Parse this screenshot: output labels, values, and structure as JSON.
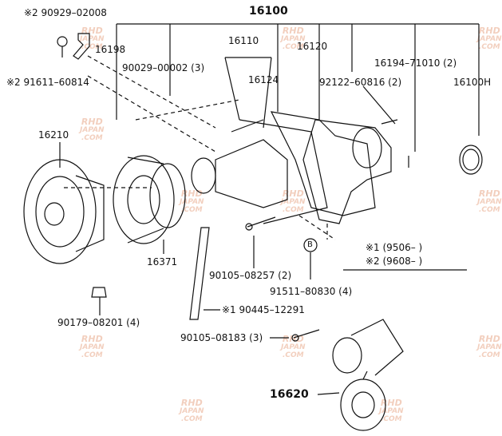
{
  "parts": {
    "p1": "※2 90929–02008",
    "p2": "16100",
    "p3": "16198",
    "p4": "16110",
    "p5": "16120",
    "p6": "90029–00002 (3)",
    "p7": "16194–71010 (2)",
    "p8": "※2 91611–60814",
    "p9": "16124",
    "p10": "92122–60816 (2)",
    "p11": "16100H",
    "p12": "16210",
    "p13": "16371",
    "p14": "90105–08257 (2)",
    "p15": "91511–80830 (4)",
    "p16": "※1 90445–12291",
    "p17": "90179–08201 (4)",
    "p18": "90105–08183 (3)",
    "p19": "16620"
  },
  "notes": {
    "n1": "※1 (9506–      )",
    "n2": "※2 (9608–      )"
  },
  "badge": "B",
  "watermark": {
    "line1": "RHD",
    "line2": "JAPAN",
    "line3": ".COM"
  },
  "colors": {
    "line": "#111111",
    "watermark": "#e9a98a"
  }
}
